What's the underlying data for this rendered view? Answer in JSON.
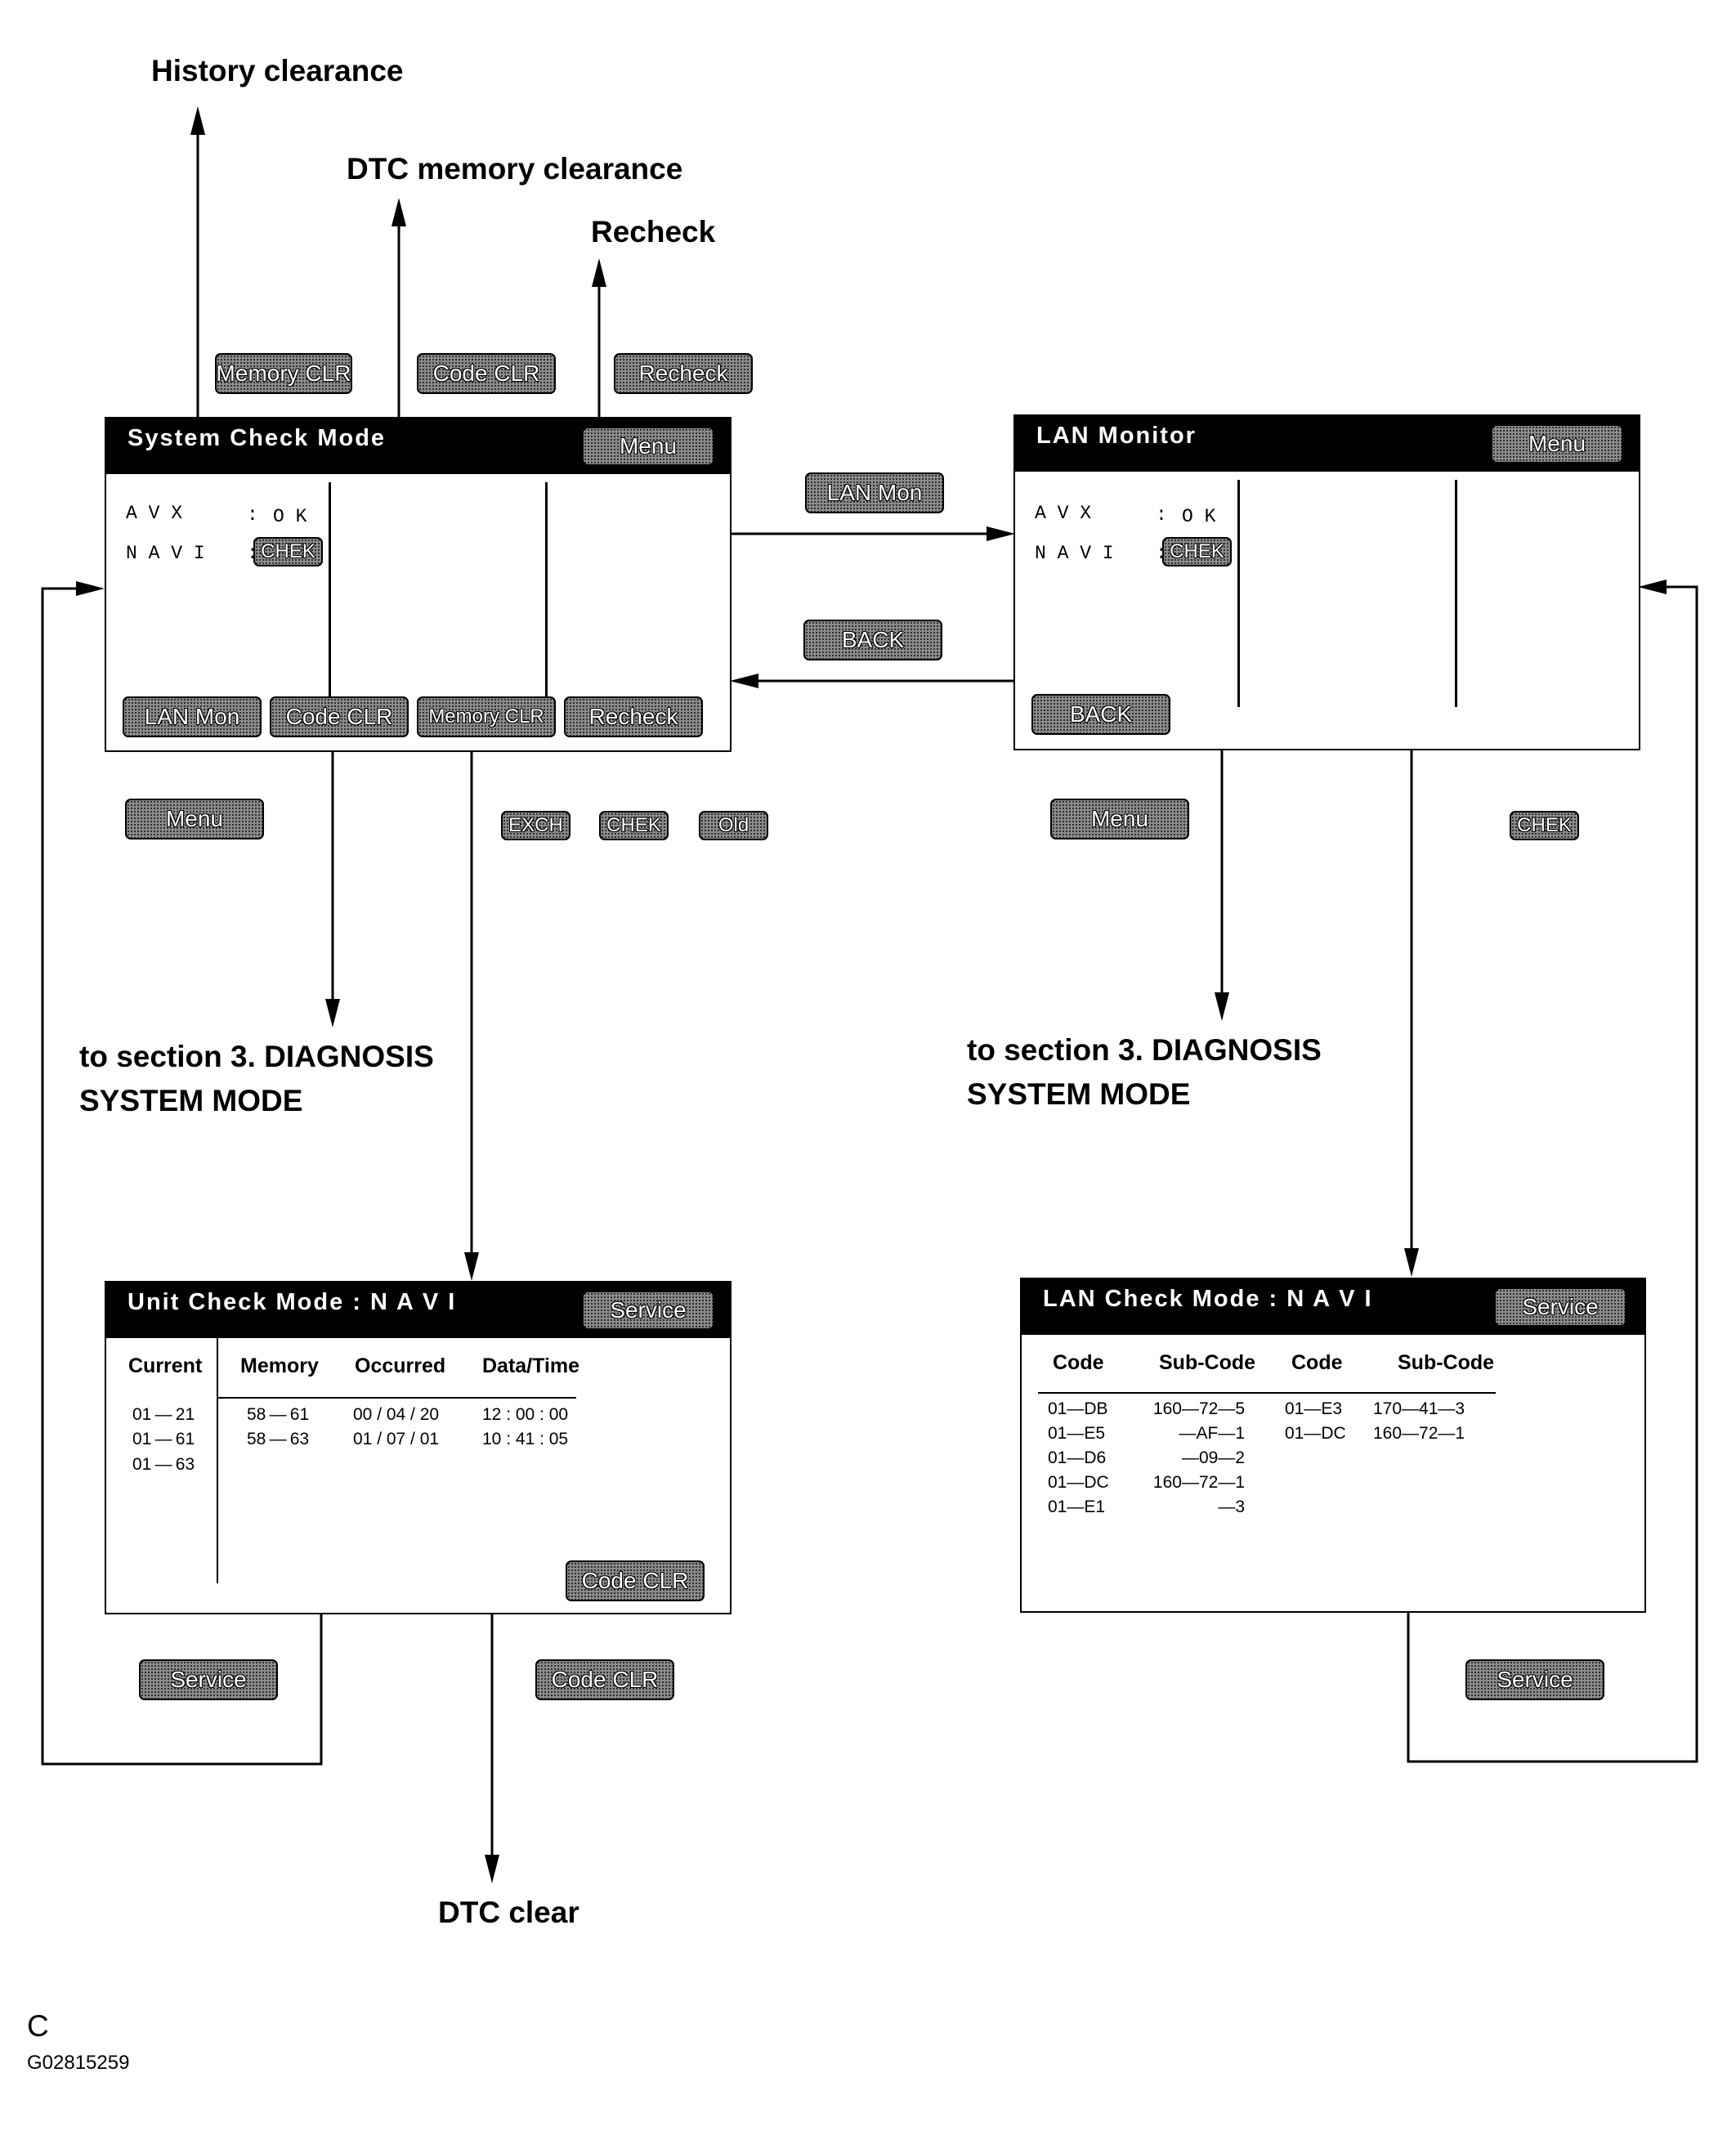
{
  "labels": {
    "history_clearance": "History clearance",
    "dtc_memory_clearance": "DTC memory clearance",
    "recheck": "Recheck",
    "to_section_left_line1": "to section 3. DIAGNOSIS",
    "to_section_left_line2": "SYSTEM MODE",
    "to_section_right_line1": "to section 3. DIAGNOSIS",
    "to_section_right_line2": "SYSTEM MODE",
    "dtc_clear": "DTC clear",
    "figure_letter": "C",
    "figure_code": "G02815259"
  },
  "transition_buttons": {
    "memory_clr": "Memory CLR",
    "code_clr": "Code CLR",
    "recheck": "Recheck",
    "lan_mon": "LAN Mon",
    "back": "BACK",
    "menu_left": "Menu",
    "exch": "EXCH",
    "chek_mid": "CHEK",
    "old": "Old",
    "menu_right": "Menu",
    "chek_right": "CHEK",
    "service_left": "Service",
    "code_clr_bottom": "Code CLR",
    "service_right": "Service"
  },
  "system_check_screen": {
    "title": "System  Check  Mode",
    "menu_button": "Menu",
    "row1_name": "A V X",
    "row1_sep": ":",
    "row1_status": "O K",
    "row2_name": "N A V I",
    "row2_sep": ":",
    "row2_status": "CHEK",
    "buttons": [
      "LAN Mon",
      "Code CLR",
      "Memory CLR",
      "Recheck"
    ]
  },
  "lan_monitor_screen": {
    "title": "LAN  Monitor",
    "menu_button": "Menu",
    "row1_name": "A V X",
    "row1_sep": ":",
    "row1_status": "O K",
    "row2_name": "N A V I",
    "row2_sep": ":",
    "row2_status": "CHEK",
    "back_button": "BACK"
  },
  "unit_check_screen": {
    "title": "Unit  Check  Mode  :  N A V I",
    "service_button": "Service",
    "headers": [
      "Current",
      "Memory",
      "Occurred",
      "Data/Time"
    ],
    "current": [
      "01 — 21",
      "01 — 61",
      "01 — 63"
    ],
    "memory": [
      "58 — 61",
      "58 — 63"
    ],
    "occurred": [
      "00 / 04 / 20",
      "01 / 07 / 01"
    ],
    "datetime": [
      "12 : 00 : 00",
      "10 : 41 : 05"
    ],
    "code_clr_button": "Code CLR"
  },
  "lan_check_screen": {
    "title": "LAN  Check  Mode  :  N A V I",
    "service_button": "Service",
    "headers": [
      "Code",
      "Sub-Code",
      "Code",
      "Sub-Code"
    ],
    "col1_codes": [
      "01—DB",
      "01—E5",
      "01—D6",
      "01—DC",
      "01—E1"
    ],
    "col1_subcodes": [
      "160—72—5",
      "—AF—1",
      "—09—2",
      "160—72—1",
      "—3"
    ],
    "col2_codes": [
      "01—E3",
      "01—DC"
    ],
    "col2_subcodes": [
      "170—41—3",
      "160—72—1"
    ]
  }
}
